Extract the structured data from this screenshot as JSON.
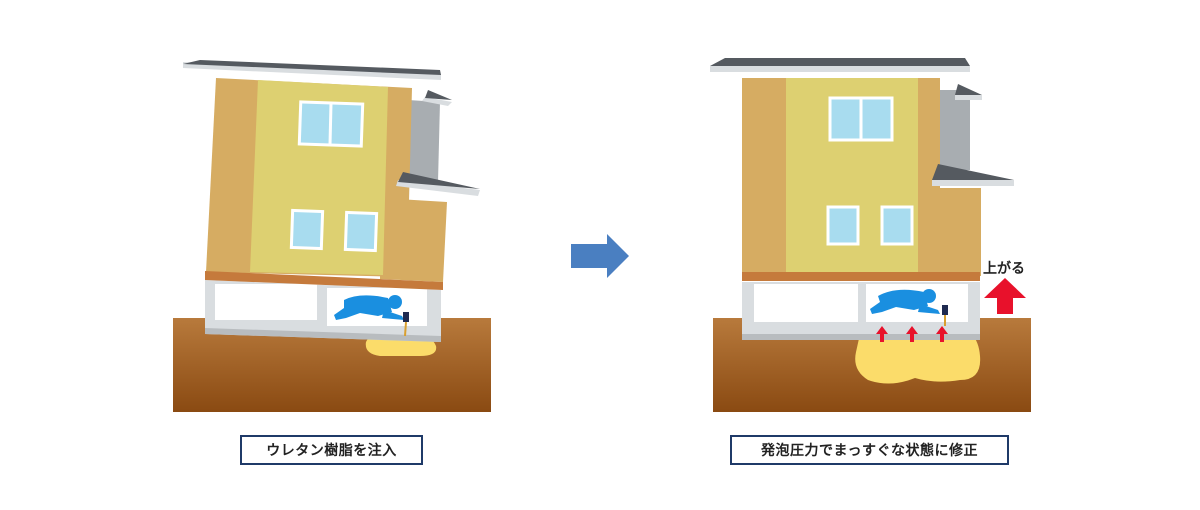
{
  "captions": {
    "left": "ウレタン樹脂を注入",
    "right": "発泡圧力でまっすぐな状態に修正"
  },
  "annotations": {
    "lift": "上がる"
  },
  "colors": {
    "soil_top": "#b87a3c",
    "soil_bottom": "#8a4a12",
    "wall_main": "#ddd071",
    "wall_side": "#d6ac62",
    "roof": "#555a60",
    "foundation": "#d9dde0",
    "worker": "#1a8fe0",
    "resin": "#fbdc6a",
    "arrow_blue": "#4a7fc1",
    "arrow_red": "#e8112b",
    "caption_border": "#1f3a68"
  },
  "icons": [
    "flow-arrow-icon",
    "lift-arrow-icon",
    "worker-icon"
  ]
}
